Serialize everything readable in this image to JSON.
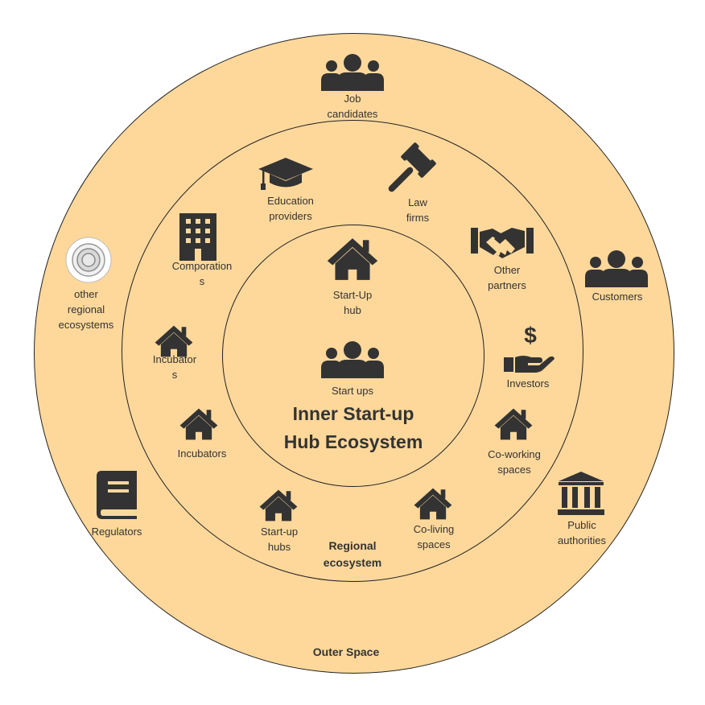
{
  "diagram": {
    "inner_title": "Inner Start-up\nHub Ecosystem",
    "regional_title": "Regional\necosystem",
    "outer_title": "Outer Space",
    "colors": {
      "fill": "#FED89B",
      "stroke": "#222222",
      "icon": "#333333",
      "text": "#333333"
    }
  },
  "inner": {
    "startup_hub": {
      "label": "Start-Up\nhub",
      "icon": "house-icon"
    },
    "startups": {
      "label": "Start ups",
      "icon": "people-group-icon"
    }
  },
  "regional": {
    "education": {
      "label": "Education\nproviders",
      "icon": "graduation-cap-icon"
    },
    "law": {
      "label": "Law\nfirms",
      "icon": "gavel-icon"
    },
    "partners": {
      "label": "Other\npartners",
      "icon": "handshake-icon"
    },
    "investors": {
      "label": "Investors",
      "icon": "hand-dollar-icon"
    },
    "coworking": {
      "label": "Co-working\nspaces",
      "icon": "house-icon"
    },
    "coliving": {
      "label": "Co-living\nspaces",
      "icon": "house-icon"
    },
    "startup_hubs": {
      "label": "Start-up\nhubs",
      "icon": "house-icon"
    },
    "incubators": {
      "label": "Incubators",
      "icon": "house-icon"
    },
    "incubators_wrapped": {
      "label": "Incubator\ns",
      "icon": "house-icon"
    },
    "corporations": {
      "label": "Comporation\ns",
      "icon": "office-building-icon"
    }
  },
  "outer": {
    "job_candidates": {
      "label": "Job\ncandidates",
      "icon": "people-group-icon"
    },
    "customers": {
      "label": "Customers",
      "icon": "people-group-icon"
    },
    "public_authorities": {
      "label": "Public\nauthorities",
      "icon": "bank-building-icon"
    },
    "regulators": {
      "label": "Regulators",
      "icon": "book-icon"
    },
    "other_ecosystems": {
      "label": "other\nregional\necosystems",
      "icon": "target-circle-icon"
    }
  }
}
